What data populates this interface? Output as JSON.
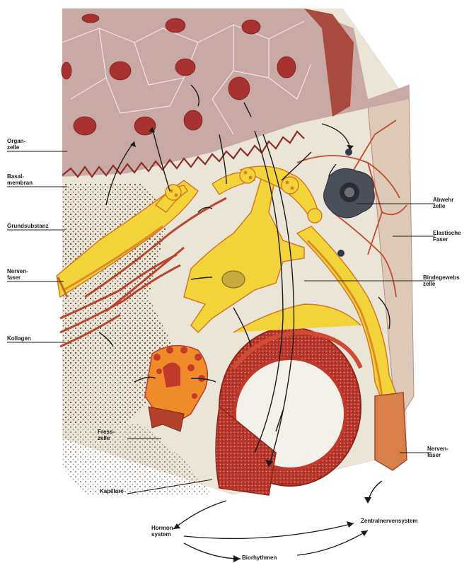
{
  "labels": {
    "organzelle": "Organ-\nzelle",
    "basalmembran": "Basal-\nmembran",
    "grundsubstanz": "Grundsubstanz",
    "nervenfaser_left": "Nerven-\nfaser",
    "kollagen": "Kollagen",
    "fresszelle": "Fress-\nzelle",
    "kapillare": "Kapillare",
    "abwehrzelle": "Abwehr\nzelle",
    "elastische_faser": "Elastische\nFaser",
    "bindegewebszelle": "Bindegewebs\nzelle",
    "nervenfaser_right": "Nerven-\nfaser",
    "hormonsystem": "Hormon-\nsystem",
    "zentralnervensystem": "Zentralnervensystem",
    "biorhythmen": "Biorhythmen"
  },
  "colors": {
    "cell_layer": "#c9a9a6",
    "nucleus": "#a8322f",
    "matrix": "#ebe5d7",
    "dots": "#4a3326",
    "nerve_yellow": "#f2d43a",
    "nerve_orange": "#e08a2a",
    "capillary_red": "#c0392b",
    "defense_cell": "#4a4f5a"
  }
}
